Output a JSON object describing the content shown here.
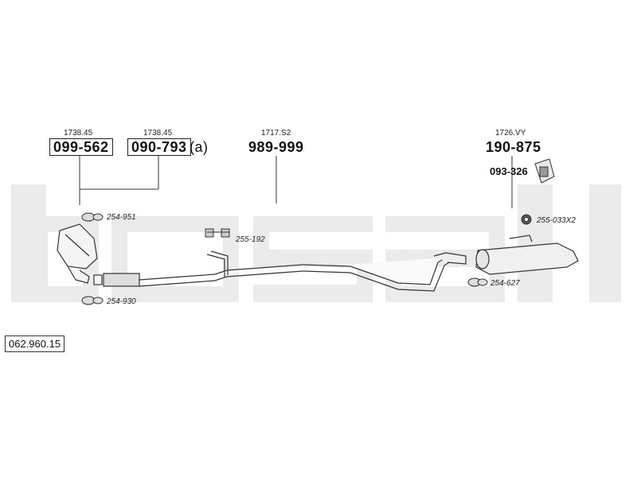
{
  "watermark": "bosal",
  "diagram_ref": "062.960.15",
  "parts": {
    "p1": {
      "sub": "1738.45",
      "code": "099-562"
    },
    "p2": {
      "sub": "1738.45",
      "code": "090-793",
      "suffix": "(a)"
    },
    "p3": {
      "sub": "1717.S2",
      "code": "989-999"
    },
    "p4": {
      "sub": "1726.VY",
      "code": "190-875"
    },
    "p5": {
      "code": "093-326"
    }
  },
  "accessories": {
    "a1": "254-951",
    "a2": "254-930",
    "a3": "255-192",
    "a4": "255-033X2",
    "a5": "254-627"
  },
  "colors": {
    "watermark": "#ebebeb",
    "line": "#333333"
  }
}
